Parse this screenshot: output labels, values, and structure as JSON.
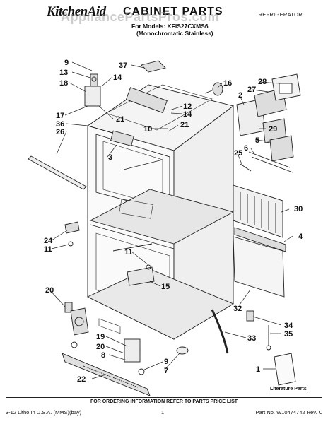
{
  "header": {
    "brand": "KitchenAid",
    "title": "CABINET PARTS",
    "category": "REFRIGERATOR",
    "models_line": "For Models: KFIS27CXMS6",
    "finish_line": "(Monochromatic Stainless)"
  },
  "watermark": "AppliancePartsPros.com",
  "callouts": {
    "c9a": "9",
    "c13": "13",
    "c18": "18",
    "c37": "37",
    "c14a": "14",
    "c17": "17",
    "c36": "36",
    "c26": "26",
    "c21a": "21",
    "c16": "16",
    "c28": "28",
    "c2": "2",
    "c27": "27",
    "c12": "12",
    "c14b": "14",
    "c10": "10",
    "c21b": "21",
    "c29": "29",
    "c3": "3",
    "c5": "5",
    "c25": "25",
    "c6": "6",
    "c30": "30",
    "c4": "4",
    "c24": "24",
    "c11a": "11",
    "c11b": "11",
    "c15": "15",
    "c20a": "20",
    "c32": "32",
    "c34": "34",
    "c35": "35",
    "c33": "33",
    "c19": "19",
    "c20b": "20",
    "c8": "8",
    "c7": "7",
    "c22": "22",
    "c1": "1",
    "c9b": "9"
  },
  "literature_label": "Literature Parts",
  "footer": {
    "info": "FOR ORDERING INFORMATION REFER TO PARTS PRICE LIST",
    "left": "3-12  Litho In U.S.A. (MMS)(bay)",
    "page": "1",
    "part_no": "Part No. W10474742 Rev. C"
  }
}
